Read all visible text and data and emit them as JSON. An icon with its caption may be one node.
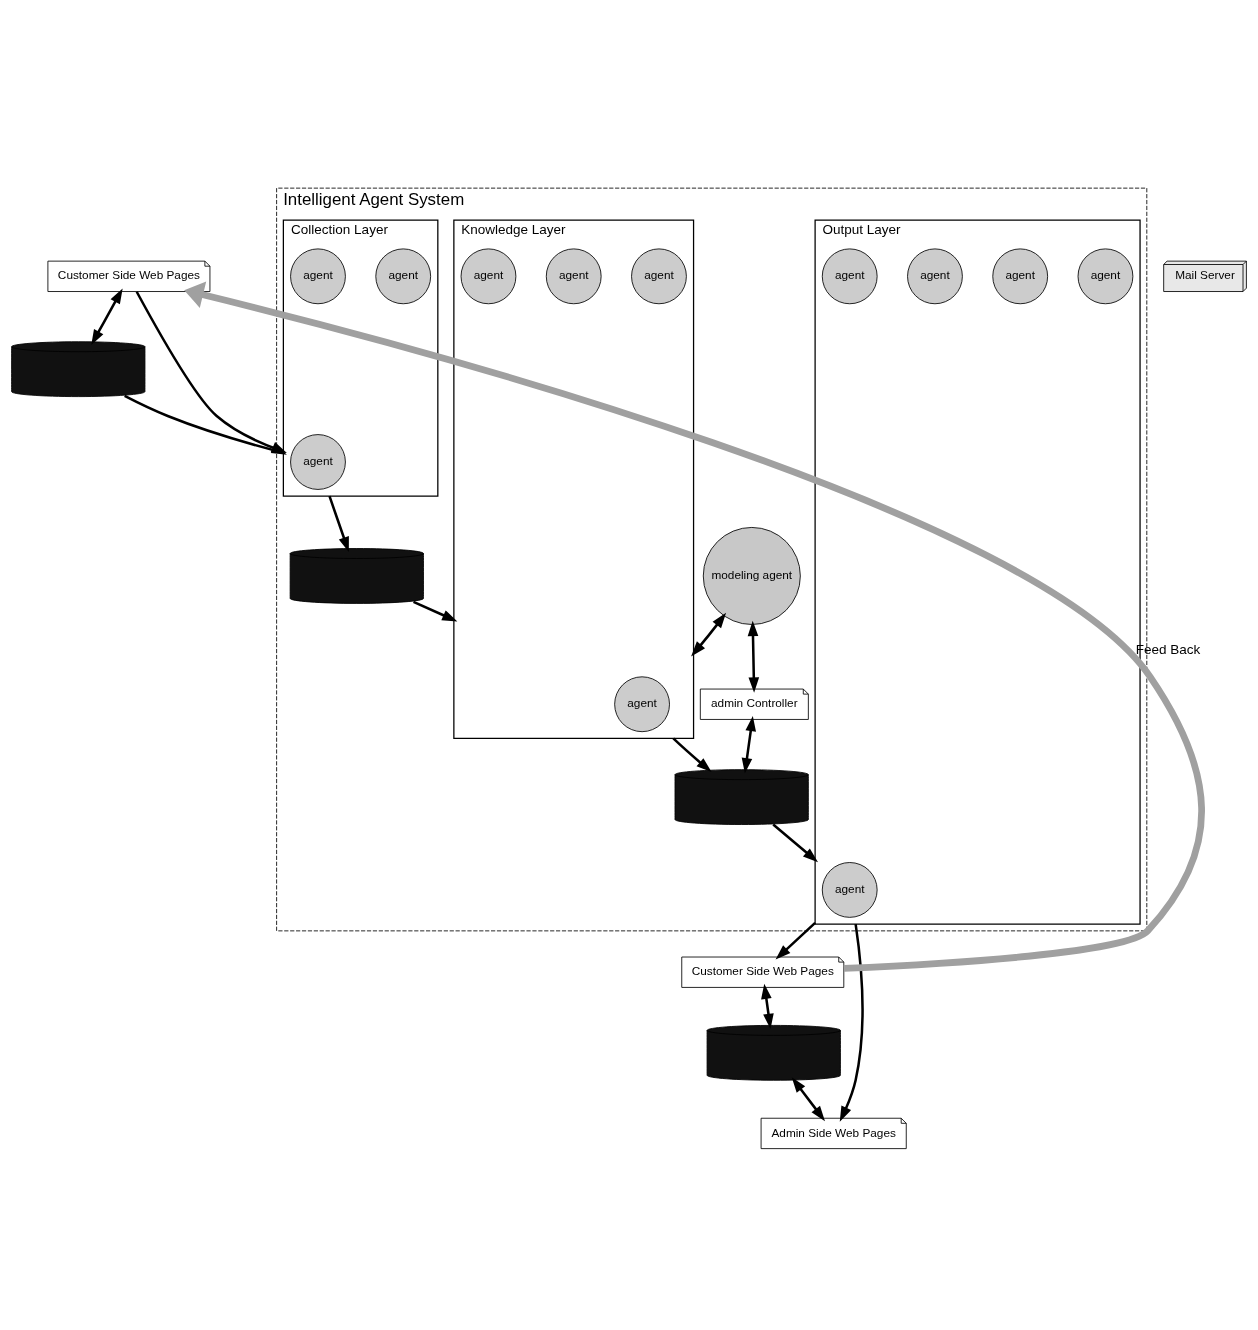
{
  "diagram": {
    "nodes": [
      {
        "text": [
          "Customer Side Web Pages"
        ]
      },
      {
        "text": [],
        "shape": "cylinder"
      },
      {
        "text": [
          "Intelligent Agent System"
        ]
      },
      {
        "text": [
          "Collection Layer"
        ],
        "in": 2
      },
      {
        "text": [
          "agent"
        ],
        "in": 3
      },
      {
        "text": [
          "agent"
        ],
        "in": 3
      },
      {
        "text": [
          "agent"
        ],
        "in": 3
      },
      {
        "text": [],
        "shape": "cylinder",
        "in": 2
      },
      {
        "text": [
          "Knowledge Layer"
        ],
        "in": 2
      },
      {
        "text": [
          "agent"
        ],
        "in": 8
      },
      {
        "text": [
          "agent"
        ],
        "in": 8
      },
      {
        "text": [
          "agent"
        ],
        "in": 8
      },
      {
        "text": [
          "agent"
        ],
        "in": 8
      },
      {
        "text": [
          "modeling agent"
        ],
        "in": 2
      },
      {
        "text": [
          "admin Controller"
        ],
        "in": 2
      },
      {
        "text": [],
        "shape": "cylinder",
        "in": 2
      },
      {
        "text": [
          "Output Layer"
        ],
        "in": 2
      },
      {
        "text": [
          "agent"
        ],
        "in": 16
      },
      {
        "text": [
          "agent"
        ],
        "in": 16
      },
      {
        "text": [
          "agent"
        ],
        "in": 16
      },
      {
        "text": [
          "agent"
        ],
        "in": 16
      },
      {
        "text": [
          "agent"
        ],
        "in": 16
      },
      {
        "text": [
          "Customer Side Web Pages"
        ]
      },
      {
        "text": [
          "Mail Server"
        ]
      },
      {
        "text": [],
        "shape": "cylinder"
      },
      {
        "text": [
          "Admin Side Web Pages"
        ]
      }
    ],
    "edges": [
      {
        "from": 0,
        "to": 1,
        "arrow": "both"
      },
      {
        "from": 0,
        "to": 3,
        "arrow": "to"
      },
      {
        "from": 1,
        "to": 3,
        "arrow": "to"
      },
      {
        "from": 3,
        "to": 7,
        "arrow": "to"
      },
      {
        "from": 7,
        "to": 8,
        "arrow": "to"
      },
      {
        "from": 13,
        "to": 8,
        "arrow": "both"
      },
      {
        "from": 13,
        "to": 14,
        "arrow": "both"
      },
      {
        "from": 14,
        "to": 15,
        "arrow": "both"
      },
      {
        "from": 8,
        "to": 15,
        "arrow": "to"
      },
      {
        "from": 15,
        "to": 16,
        "arrow": "to"
      },
      {
        "from": 16,
        "to": 22,
        "arrow": "to"
      },
      {
        "from": 16,
        "to": 25,
        "arrow": "to"
      },
      {
        "from": 22,
        "to": 24,
        "arrow": "both"
      },
      {
        "from": 24,
        "to": 25,
        "arrow": "both"
      },
      {
        "from": 22,
        "to": 0,
        "arrow": "to",
        "label": "Feed Back",
        "style": "thick",
        "color": "#a0a0a0"
      }
    ]
  }
}
